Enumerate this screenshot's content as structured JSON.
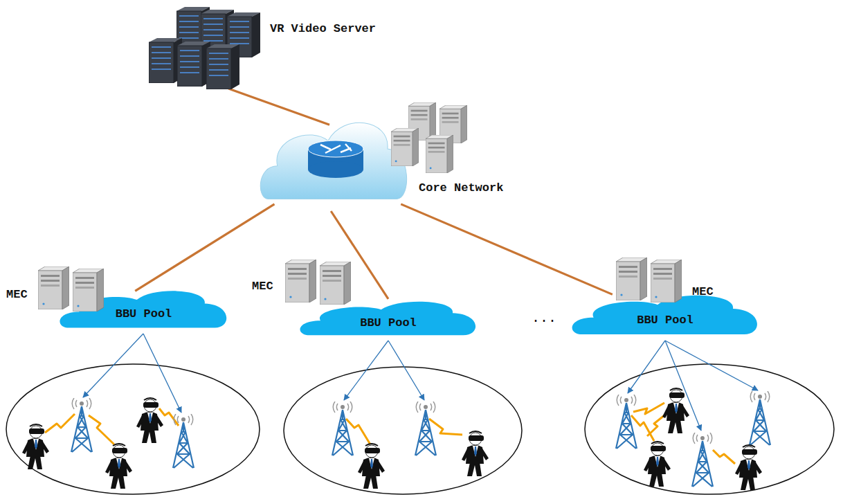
{
  "diagram": {
    "nodes": [
      {
        "text": [
          "VR Video Server"
        ]
      },
      {
        "text": [
          "Core Network"
        ]
      },
      {
        "text": [
          "MEC",
          "BBU Pool"
        ]
      },
      {
        "text": [
          "MEC",
          "BBU Pool"
        ]
      },
      {
        "text": [
          "MEC",
          "BBU Pool"
        ]
      }
    ],
    "edges": [
      {
        "from": 0,
        "to": 1,
        "arrow": "none"
      },
      {
        "from": 1,
        "to": 2,
        "arrow": "none"
      },
      {
        "from": 1,
        "to": 3,
        "arrow": "none"
      },
      {
        "from": 1,
        "to": 4,
        "arrow": "none"
      }
    ],
    "labels": [
      "..."
    ]
  }
}
